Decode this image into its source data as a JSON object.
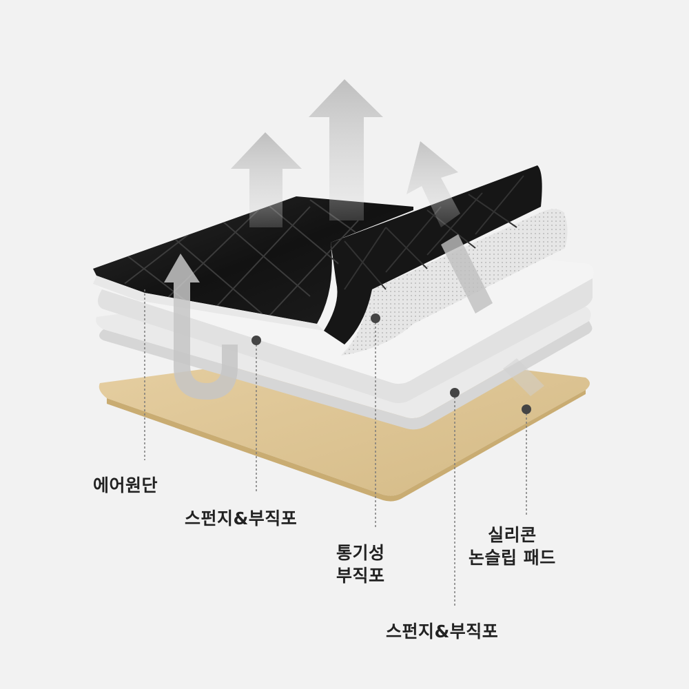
{
  "labels": {
    "air_fabric": "에어원단",
    "sponge_top": "스펀지&부직포",
    "vent_line1": "통기성",
    "vent_line2": "부직포",
    "silicone_line1": "실리콘",
    "silicone_line2": "논슬립 패드",
    "sponge_bottom": "스펀지&부직포"
  },
  "colors": {
    "background": "#f2f2f2",
    "top_fabric": "#141414",
    "sponge": "#eeeeee",
    "vent_fabric": "#e4e4e4",
    "silicone_pad": "#dcc494",
    "arrow": "#c8c8c8",
    "dot": "#444444"
  },
  "icons": [
    "up-arrow-icon",
    "u-turn-arrow-icon"
  ]
}
